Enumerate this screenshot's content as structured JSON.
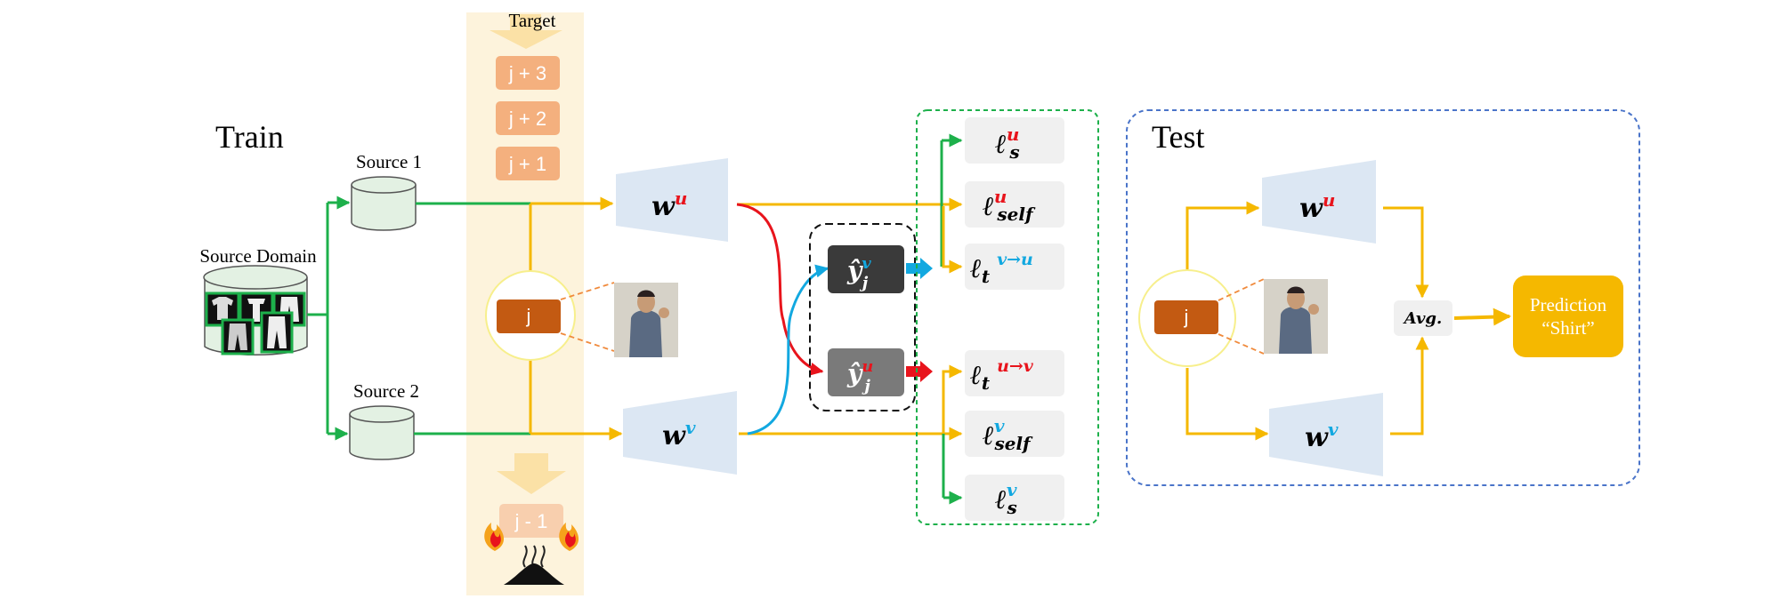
{
  "train": {
    "title": "Train",
    "source_domain_label": "Source Domain",
    "source1_label": "Source 1",
    "source2_label": "Source 2",
    "target_label": "Target",
    "target_queue": [
      "j + 3",
      "j + 2",
      "j + 1"
    ],
    "current_target": "j",
    "discarded_target": "j - 1",
    "model_u": {
      "base": "w",
      "sup": "u"
    },
    "model_v": {
      "base": "w",
      "sup": "v"
    },
    "pseudo_v": {
      "base": "ŷ",
      "sup": "v",
      "sub": "j"
    },
    "pseudo_u": {
      "base": "ŷ",
      "sup": "u",
      "sub": "j"
    },
    "losses": [
      {
        "base": "ℓ",
        "sub": "s",
        "sup": "u"
      },
      {
        "base": "ℓ",
        "sub": "self",
        "sup": "u"
      },
      {
        "base": "ℓ",
        "sub": "t",
        "sup": "v→u"
      },
      {
        "base": "ℓ",
        "sub": "t",
        "sup": "u→v"
      },
      {
        "base": "ℓ",
        "sub": "self",
        "sup": "v"
      },
      {
        "base": "ℓ",
        "sub": "s",
        "sup": "v"
      }
    ]
  },
  "test": {
    "title": "Test",
    "current_target": "j",
    "model_u": {
      "base": "w",
      "sup": "u"
    },
    "model_v": {
      "base": "w",
      "sup": "v"
    },
    "avg_label": "Avg.",
    "prediction_line1": "Prediction",
    "prediction_line2": "“Shirt”"
  },
  "colors": {
    "green": "#1db04b",
    "yellow": "#f5b800",
    "red": "#e8141c",
    "blue": "#12a8e0",
    "orange_box": "#c35a12",
    "queue_box": "#f4b07e",
    "target_band": "#fdf3dc",
    "model_fill": "#dce7f3",
    "loss_fill": "#f0f0f0",
    "pred_fill": "#f5b800",
    "sup_u": "#e8141c",
    "sup_v": "#12a8e0"
  }
}
